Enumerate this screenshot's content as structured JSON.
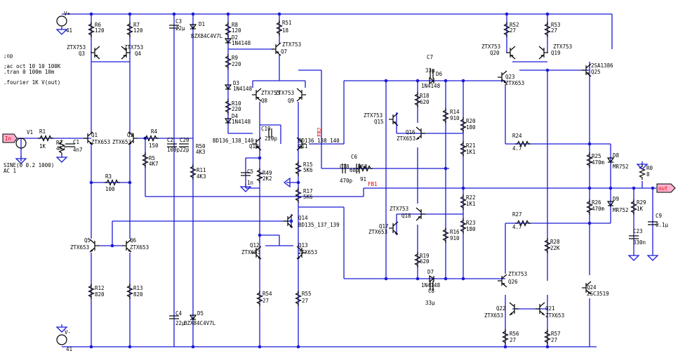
{
  "directives": [
    ";op",
    ";ac oct 10 10 100K",
    ".tran 0 100m 10m",
    ".fourier 1K V(out)"
  ],
  "source": {
    "name": "V1",
    "spec1": "SINE(0 0.2 1000)",
    "spec2": "AC 1"
  },
  "nets": {
    "in": "In",
    "out": "out",
    "vplus": "V+",
    "vminus": "V-",
    "fb1": "FB1",
    "fb2": "FB2"
  },
  "labels": [
    {
      "id": "v_plus_val",
      "text": "41"
    },
    {
      "id": "v_minus_val",
      "text": "41"
    },
    {
      "id": "R1",
      "text": "R1"
    },
    {
      "id": "R1v",
      "text": "1K"
    },
    {
      "id": "R2",
      "text": "R2"
    },
    {
      "id": "R2v",
      "text": "4K7"
    },
    {
      "id": "C1",
      "text": "C1"
    },
    {
      "id": "C1v",
      "text": "4n7"
    },
    {
      "id": "Q1",
      "text": "Q1"
    },
    {
      "id": "Q1m",
      "text": "ZTX653"
    },
    {
      "id": "Q2",
      "text": "Q2"
    },
    {
      "id": "Q2m",
      "text": "ZTX653"
    },
    {
      "id": "R4",
      "text": "R4"
    },
    {
      "id": "R4v",
      "text": "150"
    },
    {
      "id": "R5",
      "text": "R5"
    },
    {
      "id": "R5v",
      "text": "4K7"
    },
    {
      "id": "C2",
      "text": "C2"
    },
    {
      "id": "C2v",
      "text": "100p"
    },
    {
      "id": "C20",
      "text": "C20"
    },
    {
      "id": "C20v",
      "text": "22p"
    },
    {
      "id": "R50",
      "text": "R50"
    },
    {
      "id": "R50v",
      "text": "4K3"
    },
    {
      "id": "R11",
      "text": "R11"
    },
    {
      "id": "R11v",
      "text": "4K3"
    },
    {
      "id": "R3",
      "text": "R3"
    },
    {
      "id": "R3v",
      "text": "100"
    },
    {
      "id": "R6",
      "text": "R6"
    },
    {
      "id": "R6v",
      "text": "120"
    },
    {
      "id": "R7",
      "text": "R7"
    },
    {
      "id": "R7v",
      "text": "120"
    },
    {
      "id": "Q3m",
      "text": "ZTX753"
    },
    {
      "id": "Q3",
      "text": "Q3"
    },
    {
      "id": "Q4m",
      "text": "ZTX753"
    },
    {
      "id": "Q4",
      "text": "Q4"
    },
    {
      "id": "C3",
      "text": "C3"
    },
    {
      "id": "C3v",
      "text": "22µ"
    },
    {
      "id": "D1",
      "text": "D1"
    },
    {
      "id": "D1m",
      "text": "BZX84C4V7L"
    },
    {
      "id": "R8",
      "text": "R8"
    },
    {
      "id": "R8v",
      "text": "120"
    },
    {
      "id": "D2",
      "text": "D2"
    },
    {
      "id": "D2m",
      "text": "1N4148"
    },
    {
      "id": "R9",
      "text": "R9"
    },
    {
      "id": "R9v",
      "text": "220"
    },
    {
      "id": "D3",
      "text": "D3"
    },
    {
      "id": "D3m",
      "text": "1N4148"
    },
    {
      "id": "R10",
      "text": "R10"
    },
    {
      "id": "R10v",
      "text": "220"
    },
    {
      "id": "D4",
      "text": "D4"
    },
    {
      "id": "D4m",
      "text": "1N4148"
    },
    {
      "id": "R51",
      "text": "R51"
    },
    {
      "id": "R51v",
      "text": "18"
    },
    {
      "id": "Q7m",
      "text": "ZTX753"
    },
    {
      "id": "Q7",
      "text": "Q7"
    },
    {
      "id": "Q8m",
      "text": "ZTX753"
    },
    {
      "id": "Q8",
      "text": "Q8"
    },
    {
      "id": "Q9m",
      "text": "ZTX753"
    },
    {
      "id": "Q9",
      "text": "Q9"
    },
    {
      "id": "C19",
      "text": "C19"
    },
    {
      "id": "C19v",
      "text": "220p"
    },
    {
      "id": "Q10m",
      "text": "BD136_138_140"
    },
    {
      "id": "Q10",
      "text": "Q10"
    },
    {
      "id": "Q11m",
      "text": "BD136_138_140"
    },
    {
      "id": "Q11",
      "text": "Q11"
    },
    {
      "id": "C5",
      "text": "C5"
    },
    {
      "id": "C5v",
      "text": "1n"
    },
    {
      "id": "R49",
      "text": "R49"
    },
    {
      "id": "R49v",
      "text": "2K2"
    },
    {
      "id": "R15",
      "text": "R15"
    },
    {
      "id": "R15v",
      "text": "5K6"
    },
    {
      "id": "R17",
      "text": "R17"
    },
    {
      "id": "R17v",
      "text": "5K6"
    },
    {
      "id": "C18",
      "text": "C18"
    },
    {
      "id": "C18v",
      "text": "470p"
    },
    {
      "id": "C6",
      "text": "C6"
    },
    {
      "id": "C6v",
      "text": "68p"
    },
    {
      "id": "R58",
      "text": "R58"
    },
    {
      "id": "R58v",
      "text": "91"
    },
    {
      "id": "Q14",
      "text": "Q14"
    },
    {
      "id": "Q14m",
      "text": "BD135_137_139"
    },
    {
      "id": "Q12",
      "text": "Q12"
    },
    {
      "id": "Q12m",
      "text": "ZTX653"
    },
    {
      "id": "Q13",
      "text": "Q13"
    },
    {
      "id": "Q13m",
      "text": "ZTX653"
    },
    {
      "id": "R54",
      "text": "R54"
    },
    {
      "id": "R54v",
      "text": "27"
    },
    {
      "id": "R55",
      "text": "R55"
    },
    {
      "id": "R55v",
      "text": "27"
    },
    {
      "id": "Q5",
      "text": "Q5"
    },
    {
      "id": "Q5m",
      "text": "ZTX653"
    },
    {
      "id": "Q6",
      "text": "Q6"
    },
    {
      "id": "Q6m",
      "text": "ZTX653"
    },
    {
      "id": "R12",
      "text": "R12"
    },
    {
      "id": "R12v",
      "text": "820"
    },
    {
      "id": "R13",
      "text": "R13"
    },
    {
      "id": "R13v",
      "text": "820"
    },
    {
      "id": "C4",
      "text": "C4"
    },
    {
      "id": "C4v",
      "text": "22µ"
    },
    {
      "id": "D5",
      "text": "D5"
    },
    {
      "id": "D5m",
      "text": "BZX84C4V7L"
    },
    {
      "id": "C7",
      "text": "C7"
    },
    {
      "id": "C7v",
      "text": "33µ"
    },
    {
      "id": "D6",
      "text": "D6"
    },
    {
      "id": "D6m",
      "text": "1N4148"
    },
    {
      "id": "R18",
      "text": "R18"
    },
    {
      "id": "R18v",
      "text": "620"
    },
    {
      "id": "Q15m",
      "text": "ZTX753"
    },
    {
      "id": "Q15",
      "text": "Q15"
    },
    {
      "id": "Q16",
      "text": "Q16"
    },
    {
      "id": "Q16m",
      "text": "ZTX653"
    },
    {
      "id": "R14",
      "text": "R14"
    },
    {
      "id": "R14v",
      "text": "910"
    },
    {
      "id": "R20",
      "text": "R20"
    },
    {
      "id": "R20v",
      "text": "180"
    },
    {
      "id": "R21",
      "text": "R21"
    },
    {
      "id": "R21v",
      "text": "1K1"
    },
    {
      "id": "R22",
      "text": "R22"
    },
    {
      "id": "R22v",
      "text": "1K1"
    },
    {
      "id": "R23",
      "text": "R23"
    },
    {
      "id": "R23v",
      "text": "180"
    },
    {
      "id": "R16",
      "text": "R16"
    },
    {
      "id": "R16v",
      "text": "910"
    },
    {
      "id": "Q18m",
      "text": "ZTX753"
    },
    {
      "id": "Q18",
      "text": "Q18"
    },
    {
      "id": "Q17",
      "text": "Q17"
    },
    {
      "id": "Q17m",
      "text": "ZTX653"
    },
    {
      "id": "R19",
      "text": "R19"
    },
    {
      "id": "R19v",
      "text": "620"
    },
    {
      "id": "D7",
      "text": "D7"
    },
    {
      "id": "D7m",
      "text": "1N4148"
    },
    {
      "id": "C8",
      "text": "C8"
    },
    {
      "id": "C8v",
      "text": "33µ"
    },
    {
      "id": "R52",
      "text": "R52"
    },
    {
      "id": "R52v",
      "text": "27"
    },
    {
      "id": "R53",
      "text": "R53"
    },
    {
      "id": "R53v",
      "text": "27"
    },
    {
      "id": "Q20m",
      "text": "ZTX753"
    },
    {
      "id": "Q20",
      "text": "Q20"
    },
    {
      "id": "Q19m",
      "text": "ZTX753"
    },
    {
      "id": "Q19",
      "text": "Q19"
    },
    {
      "id": "Q23",
      "text": "Q23"
    },
    {
      "id": "Q23m",
      "text": "ZTX653"
    },
    {
      "id": "Q25m",
      "text": "2SA1386"
    },
    {
      "id": "Q25",
      "text": "Q25"
    },
    {
      "id": "R24",
      "text": "R24"
    },
    {
      "id": "R24v",
      "text": "4.7"
    },
    {
      "id": "R25",
      "text": "R25"
    },
    {
      "id": "R25v",
      "text": "470m"
    },
    {
      "id": "D8",
      "text": "D8"
    },
    {
      "id": "D8m",
      "text": "MR752"
    },
    {
      "id": "R26",
      "text": "R26"
    },
    {
      "id": "R26v",
      "text": "470m"
    },
    {
      "id": "D9",
      "text": "D9"
    },
    {
      "id": "D9m",
      "text": "MR752"
    },
    {
      "id": "R27",
      "text": "R27"
    },
    {
      "id": "R27v",
      "text": "4.7"
    },
    {
      "id": "R28",
      "text": "R28"
    },
    {
      "id": "R28v",
      "text": "22K"
    },
    {
      "id": "Q26m",
      "text": "ZTX753"
    },
    {
      "id": "Q26",
      "text": "Q26"
    },
    {
      "id": "Q24",
      "text": "Q24"
    },
    {
      "id": "Q24m",
      "text": "2SC3519"
    },
    {
      "id": "Q22",
      "text": "Q22"
    },
    {
      "id": "Q22m",
      "text": "ZTX653"
    },
    {
      "id": "Q21",
      "text": "Q21"
    },
    {
      "id": "Q21m",
      "text": "ZTX653"
    },
    {
      "id": "R56",
      "text": "R56"
    },
    {
      "id": "R56v",
      "text": "27"
    },
    {
      "id": "R57",
      "text": "R57"
    },
    {
      "id": "R57v",
      "text": "27"
    },
    {
      "id": "R0",
      "text": "R0"
    },
    {
      "id": "R0v",
      "text": "8"
    },
    {
      "id": "R29",
      "text": "R29"
    },
    {
      "id": "R29v",
      "text": "1K"
    },
    {
      "id": "C23",
      "text": "C23"
    },
    {
      "id": "C23v",
      "text": "330n"
    },
    {
      "id": "C9",
      "text": "C9"
    },
    {
      "id": "C9v",
      "text": "0.1µ"
    }
  ]
}
